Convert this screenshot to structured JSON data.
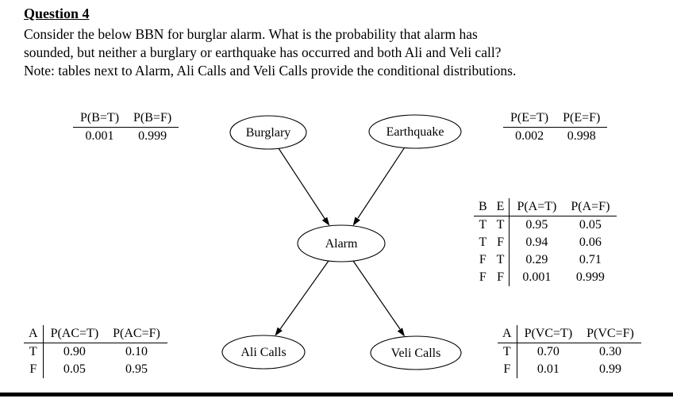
{
  "page": {
    "title": "Question 4",
    "question_lines": [
      "Consider the below BBN for burglar alarm. What is the probability that alarm has",
      "sounded, but neither a burglary or earthquake has occurred and both Ali and Veli call?",
      "Note: tables next to Alarm, Ali Calls and Veli Calls provide the conditional distributions."
    ]
  },
  "network": {
    "nodes": [
      {
        "id": "burglary",
        "label": "Burglary"
      },
      {
        "id": "earthquake",
        "label": "Earthquake"
      },
      {
        "id": "alarm",
        "label": "Alarm"
      },
      {
        "id": "ali-calls",
        "label": "Ali Calls"
      },
      {
        "id": "veli-calls",
        "label": "Veli Calls"
      }
    ],
    "edges": [
      {
        "from": "Burglary",
        "to": "Alarm"
      },
      {
        "from": "Earthquake",
        "to": "Alarm"
      },
      {
        "from": "Alarm",
        "to": "Ali Calls"
      },
      {
        "from": "Alarm",
        "to": "Veli Calls"
      }
    ]
  },
  "tables": {
    "burglary": {
      "headers": [
        "P(B=T)",
        "P(B=F)"
      ],
      "rows": [
        [
          "0.001",
          "0.999"
        ]
      ]
    },
    "earthquake": {
      "headers": [
        "P(E=T)",
        "P(E=F)"
      ],
      "rows": [
        [
          "0.002",
          "0.998"
        ]
      ]
    },
    "alarm": {
      "headers": [
        "B",
        "E",
        "P(A=T)",
        "P(A=F)"
      ],
      "rows": [
        [
          "T",
          "T",
          "0.95",
          "0.05"
        ],
        [
          "T",
          "F",
          "0.94",
          "0.06"
        ],
        [
          "F",
          "T",
          "0.29",
          "0.71"
        ],
        [
          "F",
          "F",
          "0.001",
          "0.999"
        ]
      ]
    },
    "ali_calls": {
      "headers": [
        "A",
        "P(AC=T)",
        "P(AC=F)"
      ],
      "rows": [
        [
          "T",
          "0.90",
          "0.10"
        ],
        [
          "F",
          "0.05",
          "0.95"
        ]
      ]
    },
    "veli_calls": {
      "headers": [
        "A",
        "P(VC=T)",
        "P(VC=F)"
      ],
      "rows": [
        [
          "T",
          "0.70",
          "0.30"
        ],
        [
          "F",
          "0.01",
          "0.99"
        ]
      ]
    }
  }
}
